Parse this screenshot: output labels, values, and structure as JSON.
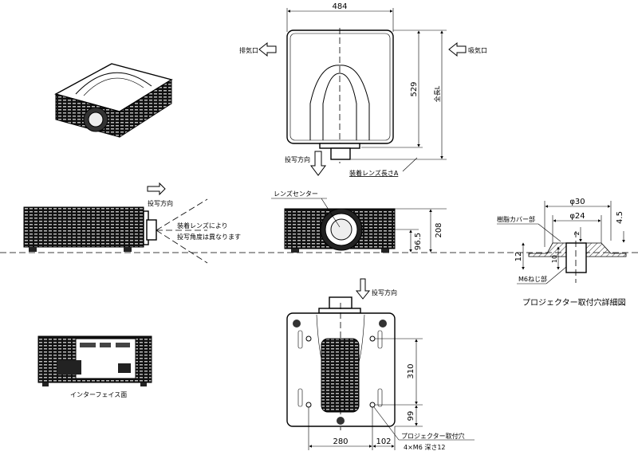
{
  "top_view": {
    "width_dim": "484",
    "depth_dim": "529",
    "total_length_label": "全長L",
    "exhaust_label": "排気口",
    "intake_label": "吸気口",
    "projection_direction_label": "投写方向",
    "lens_length_label": "装着レンズ長さA"
  },
  "side_view": {
    "projection_direction_label": "投写方向",
    "note_line1": "装着レンズにより",
    "note_line2": "投写角度は異なります"
  },
  "front_view": {
    "lens_center_label": "レンズセンター",
    "height_dim": "208",
    "lens_height_dim": "96.5"
  },
  "detail": {
    "outer_dia": "φ30",
    "inner_dia": "φ24",
    "depth_4_5": "4.5",
    "gap_2": "2",
    "height_12": "12",
    "height_10": "10",
    "resin_cover_label": "樹脂カバー部",
    "thread_label": "M6ねじ部",
    "title": "プロジェクター取付穴詳細図"
  },
  "bottom_view": {
    "projection_direction_label": "投写方向",
    "dim_310": "310",
    "dim_99": "99",
    "dim_280": "280",
    "dim_102": "102",
    "mount_label": "プロジェクター取付穴",
    "mount_spec": "4×M6 深さ12"
  },
  "interface_view": {
    "label": "インターフェイス面"
  }
}
